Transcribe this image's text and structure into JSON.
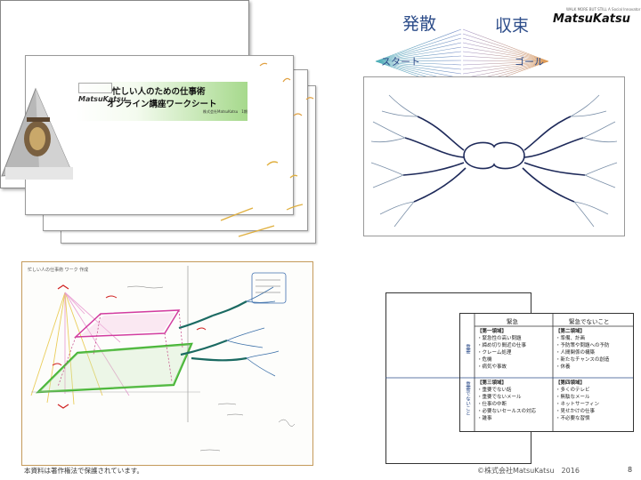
{
  "cover_slide": {
    "title_line1": "忙しい人のための仕事術",
    "title_line2": "オンライン講座ワークシート",
    "company_small": "株式会社MatsuKatsu　1期",
    "logo_text": "MatsuKatsu"
  },
  "diagram": {
    "left_heading": "発散",
    "right_heading": "収束",
    "start_label": "スタート",
    "goal_label": "ゴール",
    "brand": "MatsuKatsu",
    "brand_tagline": "WALK MORE BUT STILL A Social Innovator"
  },
  "sketch": {
    "header_note": "忙しい人の仕事術 ワーク 作成"
  },
  "matrix": {
    "col_urgent": "緊急",
    "col_not_urgent": "緊急でないこと",
    "row_important": "重要",
    "row_not_important": "重要でないこと",
    "q1_title": "【第一領域】",
    "q1_items": [
      "・緊急性の高い問題",
      "・締め切り間近の仕事",
      "・クレーム処理",
      "・危機",
      "・病気や事故"
    ],
    "q2_title": "【第二領域】",
    "q2_items": [
      "・準備、計画",
      "・予防策や問題への予防",
      "・人間関係の構築",
      "・新たなチャンスの創造",
      "・休養"
    ],
    "q3_title": "【第三領域】",
    "q3_items": [
      "・重要でない話",
      "・重要でないメール",
      "・仕事の中断",
      "・必要ないセールスの対応",
      "・雑事"
    ],
    "q4_title": "【第四領域】",
    "q4_items": [
      "・多くのテレビ",
      "・無駄なメール",
      "・ネットサーフィン",
      "・見せかけの仕事",
      "・不必要な習慣"
    ]
  },
  "footer": {
    "copyright_notice": "本資料は著作権法で保護されています。",
    "company_year": "©株式会社MatsuKatsu　2016",
    "page_number": "8"
  }
}
